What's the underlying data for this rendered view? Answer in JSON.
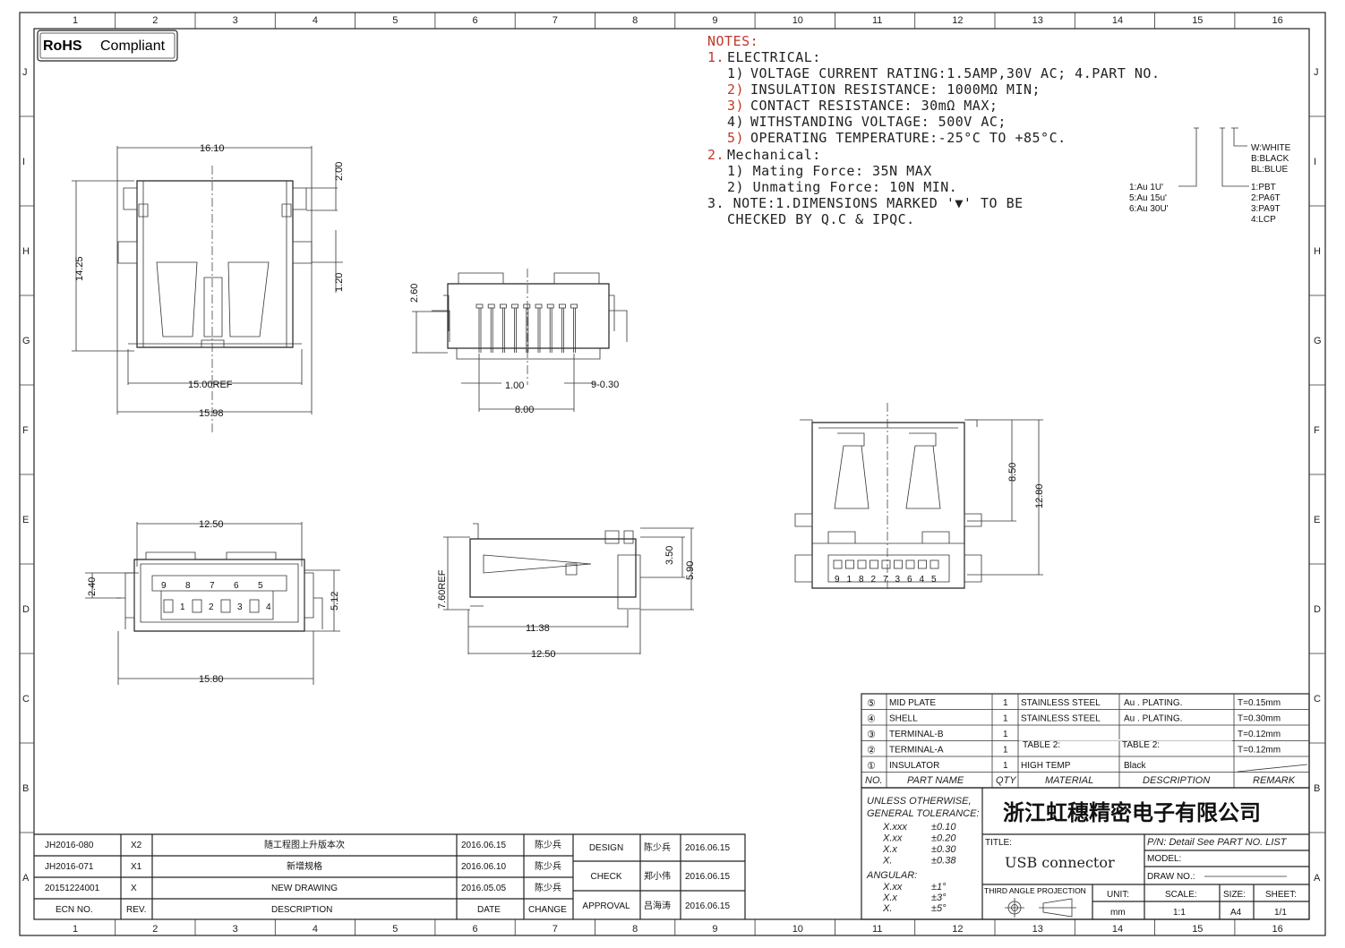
{
  "badge": {
    "rohs": "RoHS",
    "compliant": "Compliant"
  },
  "grid": {
    "columns": [
      "1",
      "2",
      "3",
      "4",
      "5",
      "6",
      "7",
      "8",
      "9",
      "10",
      "11",
      "12",
      "13",
      "14",
      "15",
      "16"
    ],
    "rows": [
      "J",
      "I",
      "H",
      "G",
      "F",
      "E",
      "D",
      "C",
      "B",
      "A"
    ]
  },
  "notes": {
    "heading": "NOTES:",
    "electrical_head_num": "1.",
    "electrical_head": "ELECTRICAL:",
    "e1_num": "1)",
    "e1": "VOLTAGE CURRENT RATING:1.5AMP,30V AC;  4.PART NO.",
    "e2_num": "2)",
    "e2": "INSULATION RESISTANCE: 1000MΩ MIN;",
    "e3_num": "3)",
    "e3": "CONTACT RESISTANCE: 30mΩ MAX;",
    "e4_num": "4)",
    "e4": "WITHSTANDING VOLTAGE: 500V AC;",
    "e5_num": "5)",
    "e5": "OPERATING TEMPERATURE:-25°C TO +85°C.",
    "mech_head_num": "2.",
    "mech_head": "Mechanical:",
    "m1": "1) Mating Force:  35N MAX",
    "m2": "2) Unmating Force:  10N MIN.",
    "n3_line1": "3. NOTE:1.DIMENSIONS MARKED '▼' TO BE",
    "n3_line2": "CHECKED BY Q.C & IPQC."
  },
  "part_no_legend": {
    "plating": [
      "1:Au 1U'",
      "5:Au 15u'",
      "6:Au 30U'"
    ],
    "material": [
      "1:PBT",
      "2:PA6T",
      "3:PA9T",
      "4:LCP"
    ],
    "color": [
      "W:WHITE",
      "B:BLACK",
      "BL:BLUE"
    ]
  },
  "dimensions": {
    "top_view": {
      "width_top": "16.10",
      "height": "14.25",
      "tab_top": "2.00",
      "tab_gap": "1.20",
      "ref_width": "15.00REF",
      "overall_width": "15.98"
    },
    "end_view": {
      "height": "2.60",
      "pitch": "1.00",
      "pin_width": "9-0.30",
      "pin_span": "8.00"
    },
    "front_view": {
      "width_top": "12.50",
      "left_h": "2.40",
      "right_h": "5.12",
      "overall_width": "15.80",
      "pin_row_top": [
        "9",
        "8",
        "7",
        "6",
        "5"
      ],
      "pin_row_bottom": [
        "1",
        "2",
        "3",
        "4"
      ]
    },
    "side_view": {
      "height_ref": "7.60REF",
      "h1": "3.50",
      "h2": "5.90",
      "len1": "11.38",
      "len2": "12.50"
    },
    "bottom_view": {
      "h1": "8.50",
      "h2": "12.80",
      "pins": [
        "9",
        "1",
        "8",
        "2",
        "7",
        "3",
        "6",
        "4",
        "5"
      ]
    }
  },
  "parts_table": {
    "headers": {
      "no": "NO.",
      "name": "PART NAME",
      "qty": "QTY",
      "material": "MATERIAL",
      "description": "DESCRIPTION",
      "remark": "REMARK"
    },
    "rows": [
      {
        "no": "⑤",
        "name": "MID PLATE",
        "qty": "1",
        "material": "STAINLESS STEEL",
        "description": "Au . PLATING.",
        "remark": "T=0.15mm"
      },
      {
        "no": "④",
        "name": "SHELL",
        "qty": "1",
        "material": "STAINLESS STEEL",
        "description": "Au . PLATING.",
        "remark": "T=0.30mm"
      },
      {
        "no": "③",
        "name": "TERMINAL-B",
        "qty": "1",
        "material": "TABLE 2:",
        "description": "TABLE 2:",
        "remark": "T=0.12mm"
      },
      {
        "no": "②",
        "name": "TERMINAL-A",
        "qty": "1",
        "material": "",
        "description": "",
        "remark": "T=0.12mm"
      },
      {
        "no": "①",
        "name": "INSULATOR",
        "qty": "1",
        "material": "HIGH TEMP",
        "description": "Black",
        "remark": ""
      }
    ]
  },
  "tolerance": {
    "line1": "UNLESS OTHERWISE,",
    "line2": "GENERAL TOLERANCE:",
    "linear": [
      [
        "X.xxx",
        "±0.10"
      ],
      [
        "X.xx",
        "±0.20"
      ],
      [
        "X.x",
        "±0.30"
      ],
      [
        "X.",
        "±0.38"
      ]
    ],
    "angular_label": "ANGULAR:",
    "angular": [
      [
        "X.xx",
        "±1°"
      ],
      [
        "X.x",
        "±3°"
      ],
      [
        "X.",
        "±5°"
      ]
    ]
  },
  "title_block": {
    "company": "浙江虹穗精密电子有限公司",
    "title_label": "TITLE:",
    "title": "USB connector",
    "pn": "P/N: Detail See PART NO. LIST",
    "model": "MODEL:",
    "draw_no": "DRAW NO.:",
    "projection": "THIRD ANGLE PROJECTION",
    "unit_label": "UNIT:",
    "unit": "mm",
    "scale_label": "SCALE:",
    "scale": "1:1",
    "size_label": "SIZE:",
    "size": "A4",
    "sheet_label": "SHEET:",
    "sheet": "1/1"
  },
  "revisions": {
    "headers": {
      "ecn": "ECN NO.",
      "rev": "REV.",
      "desc": "DESCRIPTION",
      "date": "DATE",
      "change": "CHANGE"
    },
    "rows": [
      {
        "ecn": "JH2016-080",
        "rev": "X2",
        "desc": "随工程图上升版本次",
        "date": "2016.06.15",
        "change": "陈少兵"
      },
      {
        "ecn": "JH2016-071",
        "rev": "X1",
        "desc": "新增规格",
        "date": "2016.06.10",
        "change": "陈少兵"
      },
      {
        "ecn": "20151224001",
        "rev": "X",
        "desc": "NEW DRAWING",
        "date": "2016.05.05",
        "change": "陈少兵"
      }
    ]
  },
  "approvals": [
    {
      "role": "DESIGN",
      "name": "陈少兵",
      "date": "2016.06.15"
    },
    {
      "role": "CHECK",
      "name": "郑小伟",
      "date": "2016.06.15"
    },
    {
      "role": "APPROVAL",
      "name": "吕海涛",
      "date": "2016.06.15"
    }
  ]
}
